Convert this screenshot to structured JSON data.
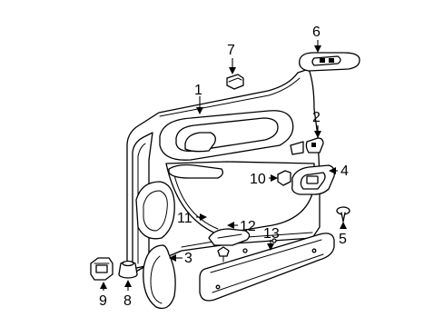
{
  "callouts": [
    {
      "id": "1",
      "label": "1"
    },
    {
      "id": "2",
      "label": "2"
    },
    {
      "id": "3",
      "label": "3"
    },
    {
      "id": "4",
      "label": "4"
    },
    {
      "id": "5",
      "label": "5"
    },
    {
      "id": "6",
      "label": "6"
    },
    {
      "id": "7",
      "label": "7"
    },
    {
      "id": "8",
      "label": "8"
    },
    {
      "id": "9",
      "label": "9"
    },
    {
      "id": "10",
      "label": "10"
    },
    {
      "id": "11",
      "label": "11"
    },
    {
      "id": "12",
      "label": "12"
    },
    {
      "id": "13",
      "label": "13"
    }
  ],
  "colors": {
    "ink": "#000000",
    "paper": "#ffffff"
  }
}
